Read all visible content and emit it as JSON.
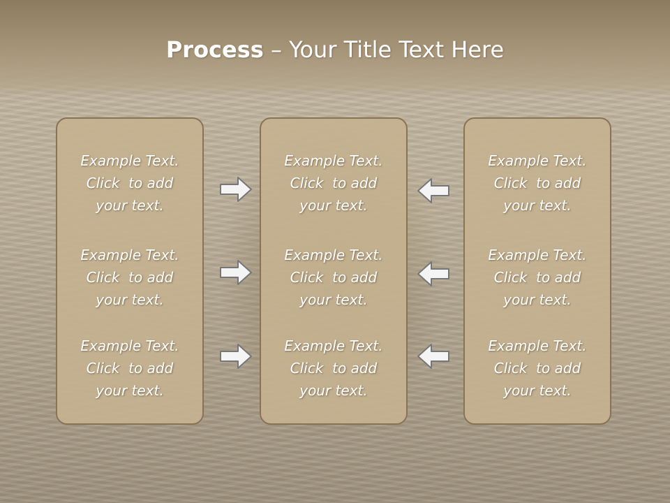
{
  "slide": {
    "title_bold": "Process",
    "title_rest": " – Your Title Text Here"
  },
  "columns": {
    "left": {
      "blocks": [
        {
          "line1": "Example Text.",
          "line2": "Click  to add",
          "line3": "your text."
        },
        {
          "line1": "Example Text.",
          "line2": "Click  to add",
          "line3": "your text."
        },
        {
          "line1": "Example Text.",
          "line2": "Click  to add",
          "line3": "your text."
        }
      ]
    },
    "center": {
      "blocks": [
        {
          "line1": "Example Text.",
          "line2": "Click  to add",
          "line3": "your text."
        },
        {
          "line1": "Example Text.",
          "line2": "Click  to add",
          "line3": "your text."
        },
        {
          "line1": "Example Text.",
          "line2": "Click  to add",
          "line3": "your text."
        }
      ]
    },
    "right": {
      "blocks": [
        {
          "line1": "Example Text.",
          "line2": "Click  to add",
          "line3": "your text."
        },
        {
          "line1": "Example Text.",
          "line2": "Click  to add",
          "line3": "your text."
        },
        {
          "line1": "Example Text.",
          "line2": "Click  to add",
          "line3": "your text."
        }
      ]
    }
  },
  "arrows": {
    "left_group": "arrow-right-icon",
    "right_group": "arrow-left-icon"
  },
  "colors": {
    "title_band": "#8d7b5e",
    "panel_fill": "#c5b190",
    "panel_border": "#8a7355",
    "text": "#ffffff",
    "arrow_stroke": "#767676"
  }
}
